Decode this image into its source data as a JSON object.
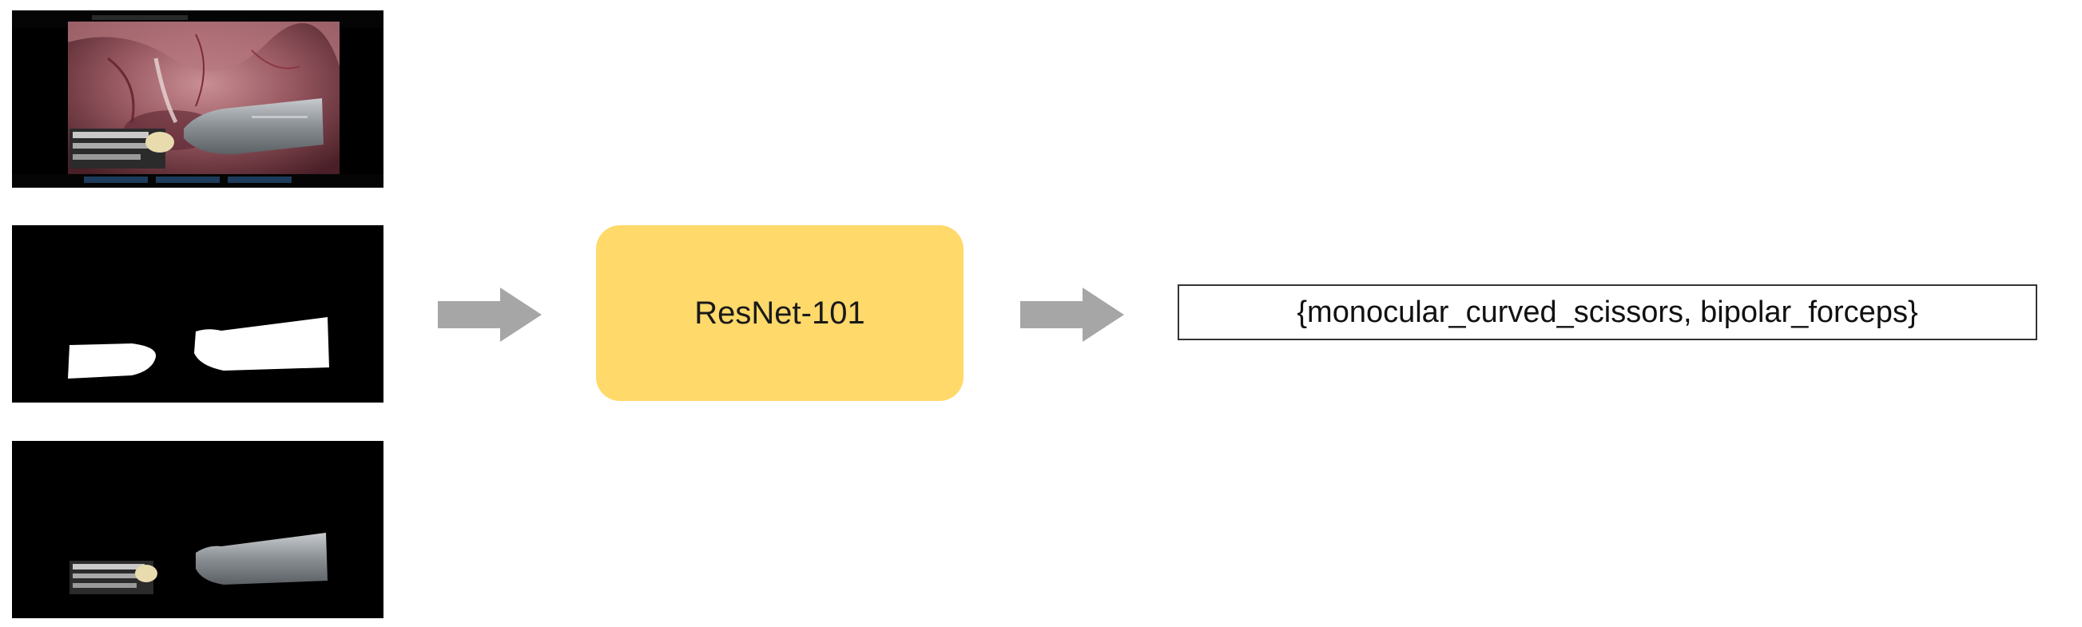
{
  "diagram": {
    "model_label": "ResNet-101",
    "output_label": "{monocular_curved_scissors, bipolar_forceps}"
  },
  "panels": [
    {
      "id": "surgical-frame",
      "content": "photo"
    },
    {
      "id": "binary-mask",
      "content": "mask"
    },
    {
      "id": "masked-frame",
      "content": "masked-photo"
    }
  ],
  "colors": {
    "model_fill": "#ffd96a",
    "arrow_fill": "#a6a6a6",
    "output_border": "#333333",
    "panel_background": "#000000",
    "mask_foreground": "#ffffff"
  },
  "icons": {
    "flow_arrow": "arrow-right-icon"
  }
}
